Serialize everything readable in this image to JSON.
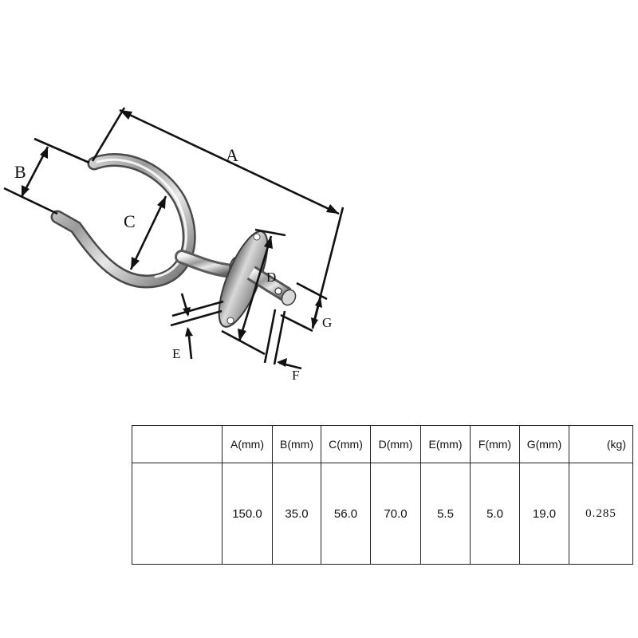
{
  "diagram": {
    "labels": {
      "a": "A",
      "b": "B",
      "c": "C",
      "d": "D",
      "e": "E",
      "f": "F",
      "g": "G"
    }
  },
  "table": {
    "headers": [
      "",
      "A(mm)",
      "B(mm)",
      "C(mm)",
      "D(mm)",
      "E(mm)",
      "F(mm)",
      "G(mm)",
      "(kg)"
    ],
    "values": [
      "",
      "150.0",
      "35.0",
      "56.0",
      "70.0",
      "5.5",
      "5.0",
      "19.0",
      "0.285"
    ]
  }
}
